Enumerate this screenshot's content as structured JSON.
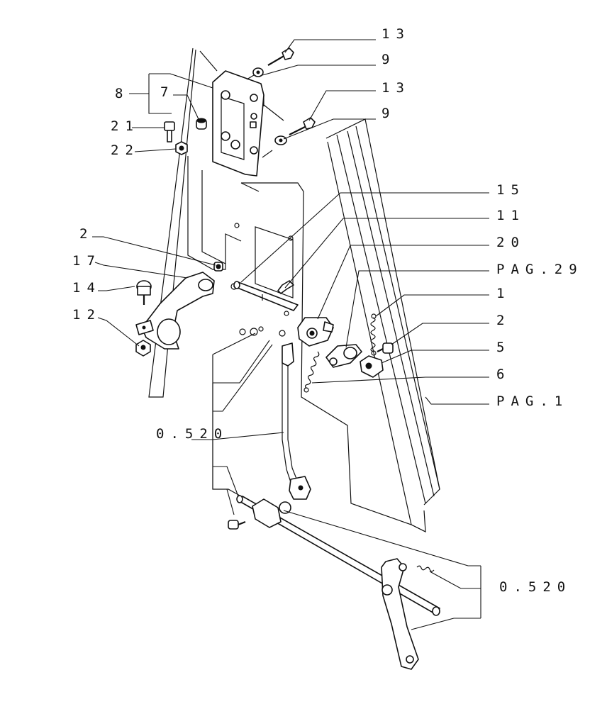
{
  "labels": {
    "p13a": "13",
    "p9a": "9",
    "p13b": "13",
    "p9b": "9",
    "p8": "8",
    "p7": "7",
    "p21": "21",
    "p22": "22",
    "p15": "15",
    "p11": "11",
    "p20": "20",
    "pag29": "PAG.29",
    "p2a": "2",
    "p17": "17",
    "p14": "14",
    "p12": "12",
    "p1": "1",
    "p2b": "2",
    "p5": "5",
    "p6": "6",
    "pag1": "PAG.1",
    "ref520a": "0.520",
    "ref520b": "0.520"
  }
}
